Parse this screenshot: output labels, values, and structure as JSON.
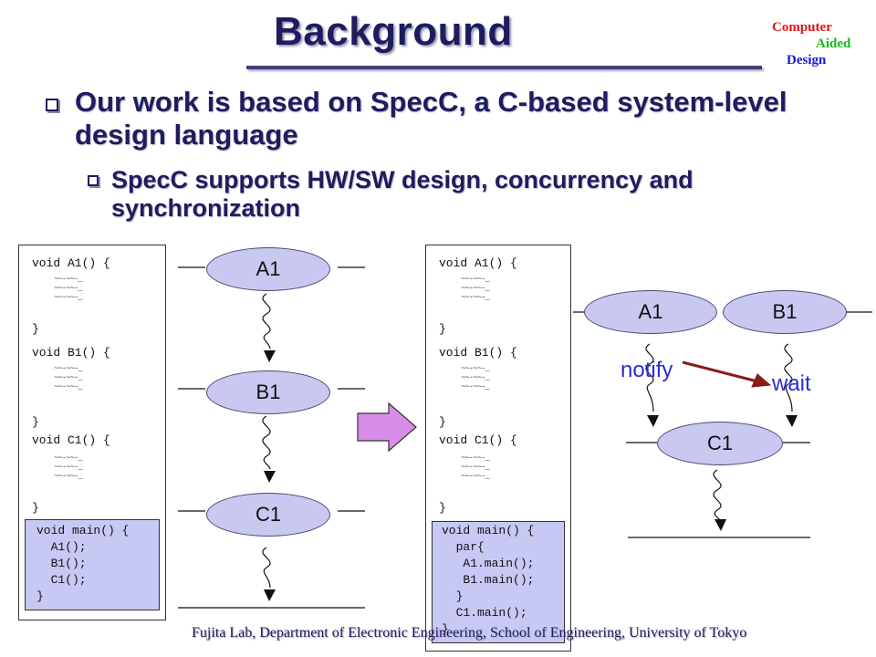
{
  "slide": {
    "title": "Background",
    "logo": {
      "line1": "Computer",
      "line2": "Aided",
      "line3": "Design"
    },
    "bullet1": "Our work is based on SpecC, a C-based system-level design language",
    "bullet2": "SpecC supports HW/SW design, concurrency and synchronization",
    "footer": "Fujita Lab, Department of Electronic Engineering, School of Engineering, University of Tokyo"
  },
  "left_code": {
    "a1_header": "void A1() {",
    "b1_header": "void B1() {",
    "c1_header": "void C1() {",
    "close": "}",
    "main_lines": [
      "void main() {",
      "  A1();",
      "  B1();",
      "  C1();",
      "}"
    ]
  },
  "right_code": {
    "a1_header": "void A1() {",
    "b1_header": "void B1() {",
    "c1_header": "void C1() {",
    "close": "}",
    "main_lines": [
      "void main() {",
      "  par{",
      "   A1.main();",
      "   B1.main();",
      "  }",
      "  C1.main();",
      "}"
    ]
  },
  "seq_diagram": {
    "a1": "A1",
    "b1": "B1",
    "c1": "C1"
  },
  "par_diagram": {
    "a1": "A1",
    "b1": "B1",
    "c1": "C1",
    "notify": "notify",
    "wait": "wait"
  },
  "colors": {
    "title": "#1d1d5e",
    "ellipse_fill": "#c8c8f0",
    "main_fill": "#c8c8f4",
    "notify_arrow": "#8b1a1a",
    "text_blue": "#2b2bd8",
    "arrow_fill": "#d88ee8"
  }
}
